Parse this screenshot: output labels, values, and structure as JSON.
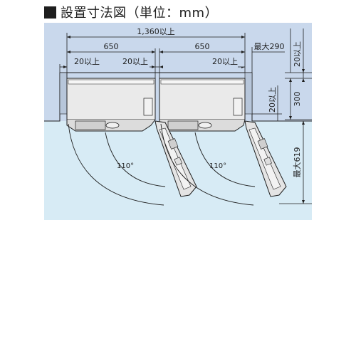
{
  "title": "設置寸法図（単位：mm）",
  "colors": {
    "wall": "#c9d8ec",
    "floor": "#d7ebf5",
    "line": "#1e1e1e",
    "unit_face": "#e2e2e2",
    "unit_top": "#f4f4f4",
    "door": "#e8e8e8"
  },
  "dimensions": {
    "total_width": "1,360以上",
    "unit_width_left": "650",
    "unit_width_right": "650",
    "gap_left_outer": "20以上",
    "gap_left_inner": "20以上",
    "gap_right_inner": "20以上",
    "max_290": "最大290",
    "top_clearance": "20以上",
    "unit_height": "300",
    "side_clearance": "20以上",
    "max_619": "最大619"
  },
  "angles": {
    "left": "110°",
    "right": "110°"
  }
}
